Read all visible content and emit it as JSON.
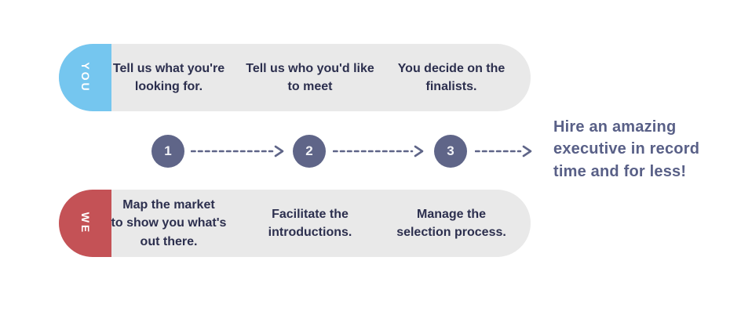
{
  "you_row": {
    "label": "YOU",
    "accent_color": "#75c6ef",
    "steps": [
      "Tell us what you're\nlooking for.",
      "Tell us who you'd like\nto meet",
      "You decide on the\nfinalists."
    ]
  },
  "we_row": {
    "label": "WE",
    "accent_color": "#c45256",
    "steps": [
      "Map the market\nto show you what's\nout there.",
      "Facilitate the\nintroductions.",
      "Manage the\nselection process."
    ]
  },
  "timeline": {
    "numbers": [
      "1",
      "2",
      "3"
    ],
    "circle_color": "#5f6588",
    "arrow_color": "#5f6588"
  },
  "headline": {
    "text": "Hire an amazing\nexecutive in record\ntime and for less!",
    "color": "#596087"
  },
  "track_background": "#e9e9e9",
  "step_text_color": "#2c2f4e"
}
